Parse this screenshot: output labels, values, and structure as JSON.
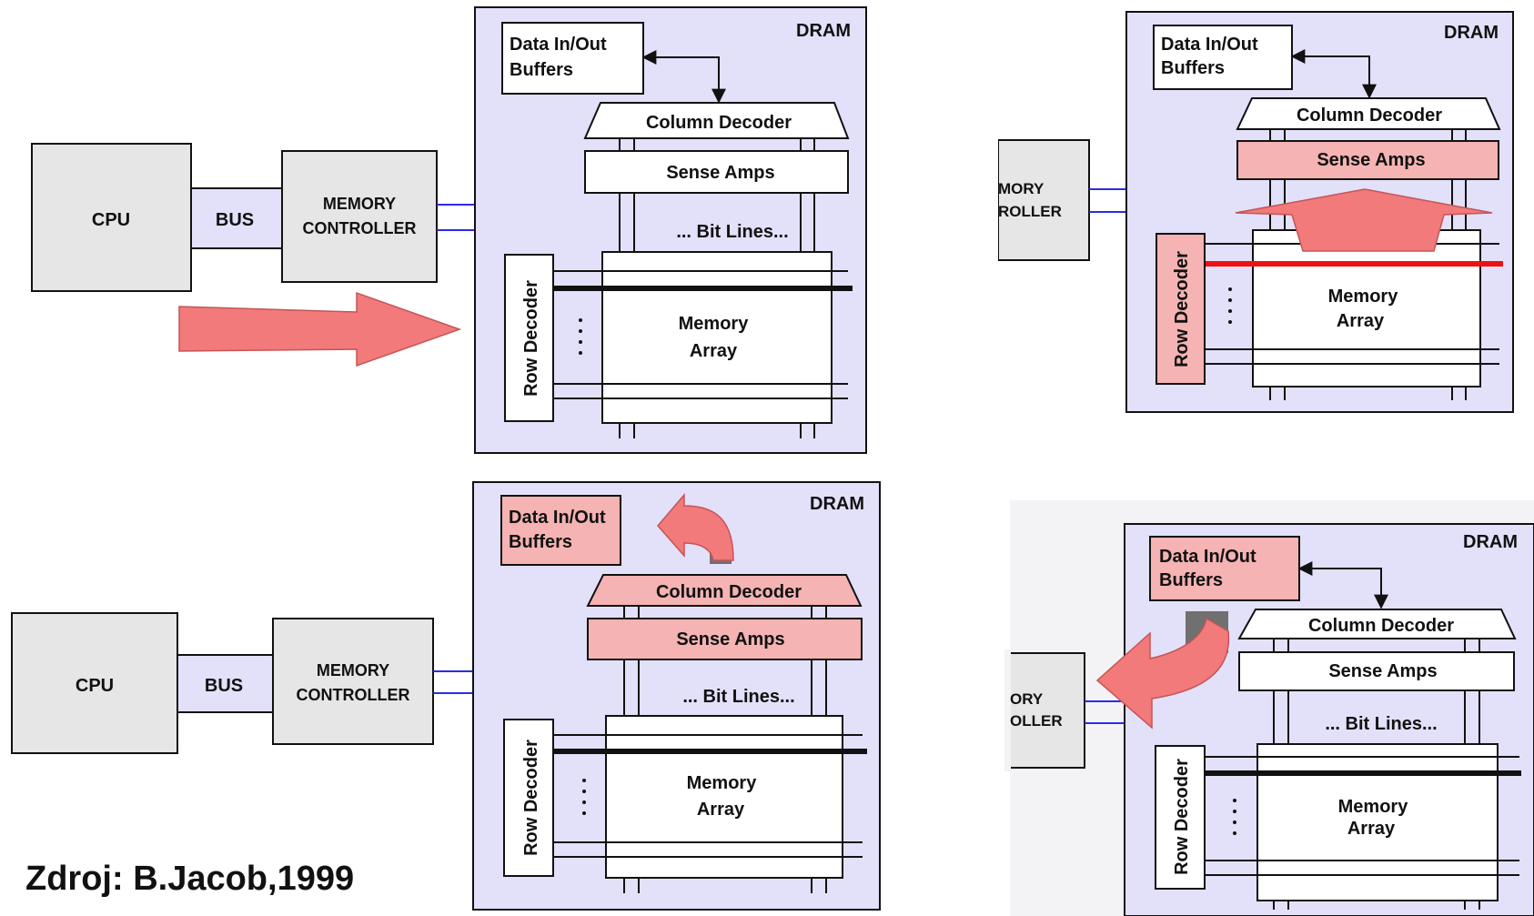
{
  "source_caption": "Zdroj: B.Jacob,1999",
  "colors": {
    "dram_fill": "#E3E0FA",
    "box_fill": "#E6E6E6",
    "bus_fill": "#E3E0FA",
    "highlight_fill": "#F6B3B3",
    "arrow_fill": "#F27A7A",
    "active_row": "#F01010",
    "link_blue": "#2B2BE8"
  },
  "panels": [
    {
      "id": "top-left",
      "cpu": "CPU",
      "bus": "BUS",
      "controller": [
        "MEMORY",
        "CONTROLLER"
      ],
      "dram": "DRAM",
      "buffers": [
        "Data In/Out",
        "Buffers"
      ],
      "column_decoder": "Column Decoder",
      "sense_amps": "Sense Amps",
      "bit_lines": "... Bit Lines...",
      "row_decoder": "Row Decoder",
      "memory_array": [
        "Memory",
        "Array"
      ],
      "arrow": "request-right-arrow-icon"
    },
    {
      "id": "top-right",
      "controller_partial": [
        "MORY",
        "ROLLER"
      ],
      "dram": "DRAM",
      "buffers": [
        "Data In/Out",
        "Buffers"
      ],
      "column_decoder": "Column Decoder",
      "sense_amps": "Sense Amps",
      "row_decoder": "Row Decoder",
      "memory_array": [
        "Memory",
        "Array"
      ],
      "arrow": "row-to-sense-up-arrow-icon"
    },
    {
      "id": "bottom-left",
      "cpu": "CPU",
      "bus": "BUS",
      "controller": [
        "MEMORY",
        "CONTROLLER"
      ],
      "dram": "DRAM",
      "buffers": [
        "Data In/Out",
        "Buffers"
      ],
      "column_decoder": "Column Decoder",
      "sense_amps": "Sense Amps",
      "bit_lines": "... Bit Lines...",
      "row_decoder": "Row Decoder",
      "memory_array": [
        "Memory",
        "Array"
      ],
      "arrow": "curved-to-buffers-arrow-icon"
    },
    {
      "id": "bottom-right",
      "controller_partial": [
        "ORY",
        "OLLER"
      ],
      "dram": "DRAM",
      "buffers": [
        "Data In/Out",
        "Buffers"
      ],
      "column_decoder": "Column Decoder",
      "sense_amps": "Sense Amps",
      "bit_lines": "... Bit Lines...",
      "row_decoder": "Row Decoder",
      "memory_array": [
        "Memory",
        "Array"
      ],
      "arrow": "curved-out-to-controller-arrow-icon"
    }
  ]
}
